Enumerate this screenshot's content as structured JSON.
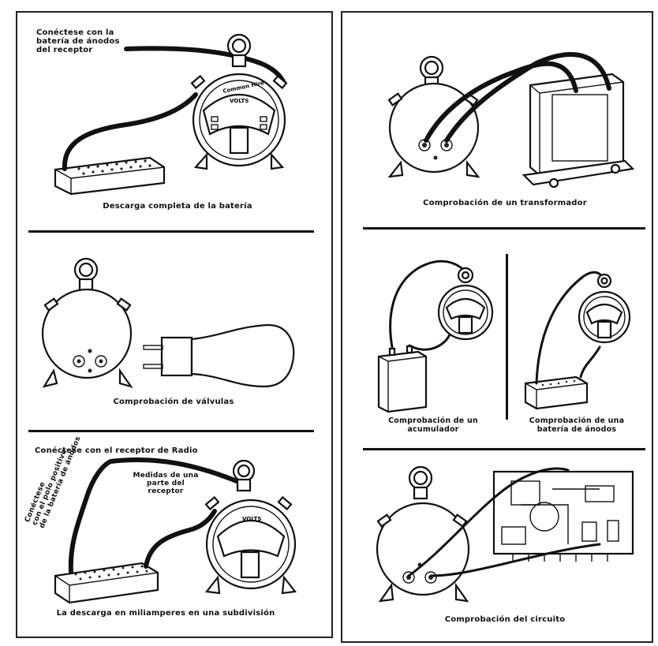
{
  "panels": {
    "left": {
      "section1": {
        "instruction": "Conéctese con la\nbatería de ánodos\ndel receptor",
        "caption": "Descarga completa de la batería",
        "meter_brand": "Common Hire",
        "meter_unit": "VOLTS"
      },
      "section2": {
        "caption": "Comprobación de válvulas"
      },
      "section3": {
        "instruction_top": "Conéctese con el receptor de Radio",
        "instruction_side": "Conéctese\ncon el polo positivo\nde la batería de ánodos",
        "instruction_mid": "Medidas de una\nparte del\nreceptor",
        "caption": "La descarga en miliamperes en una subdivisión",
        "meter_unit": "VOLTS"
      }
    },
    "right": {
      "section1": {
        "caption": "Comprobación de un transformador"
      },
      "section2": {
        "caption_left": "Comprobación de un\nacumulador",
        "caption_right": "Comprobación de una\nbatería de ánodos"
      },
      "section3": {
        "caption": "Comprobación del circuito"
      }
    }
  }
}
